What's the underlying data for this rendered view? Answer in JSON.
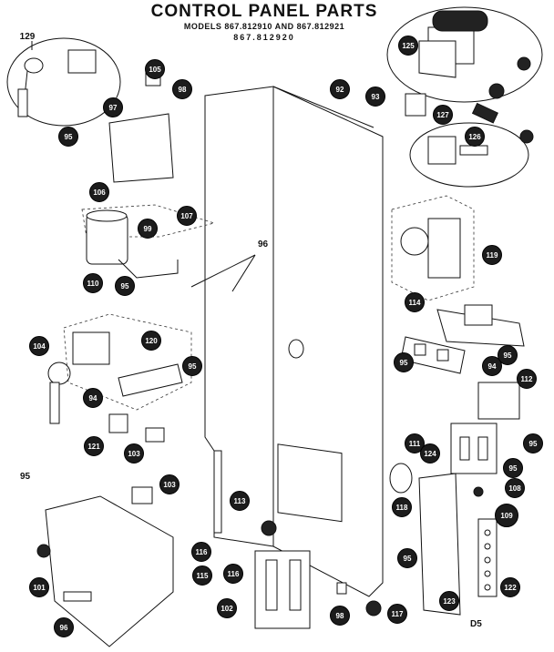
{
  "header": {
    "title": "CONTROL PANEL PARTS",
    "models_line": "MODELS 867.812910 AND 867.812921",
    "models_line2": "867.812920"
  },
  "callouts": {
    "c129": "129",
    "c125": "125",
    "c105": "105",
    "c98": "98",
    "c92": "92",
    "c93": "93",
    "c97": "97",
    "c95a": "95",
    "c106": "106",
    "c127": "127",
    "c126": "126",
    "c99": "99",
    "c107": "107",
    "c119": "119",
    "c110": "110",
    "c95b": "95",
    "c114": "114",
    "c104": "104",
    "c120": "120",
    "c95c": "95",
    "c95d": "95",
    "c95e": "95",
    "c94": "94",
    "c112": "112",
    "c94b": "94",
    "c121": "121",
    "c103": "103",
    "c95f": "95",
    "c111": "111",
    "c124": "124",
    "c95g": "95",
    "c108": "108",
    "c118": "118",
    "c103b": "103",
    "c109": "109",
    "c113": "113",
    "c116": "116",
    "c115": "115",
    "c116b": "116",
    "c95h": "95",
    "c101": "101",
    "c122": "122",
    "c102": "102",
    "c98b": "98",
    "c117": "117",
    "c123": "123",
    "c96b": "96"
  },
  "free_labels": {
    "l96": "96",
    "l95": "95",
    "l_d5": "D5"
  }
}
